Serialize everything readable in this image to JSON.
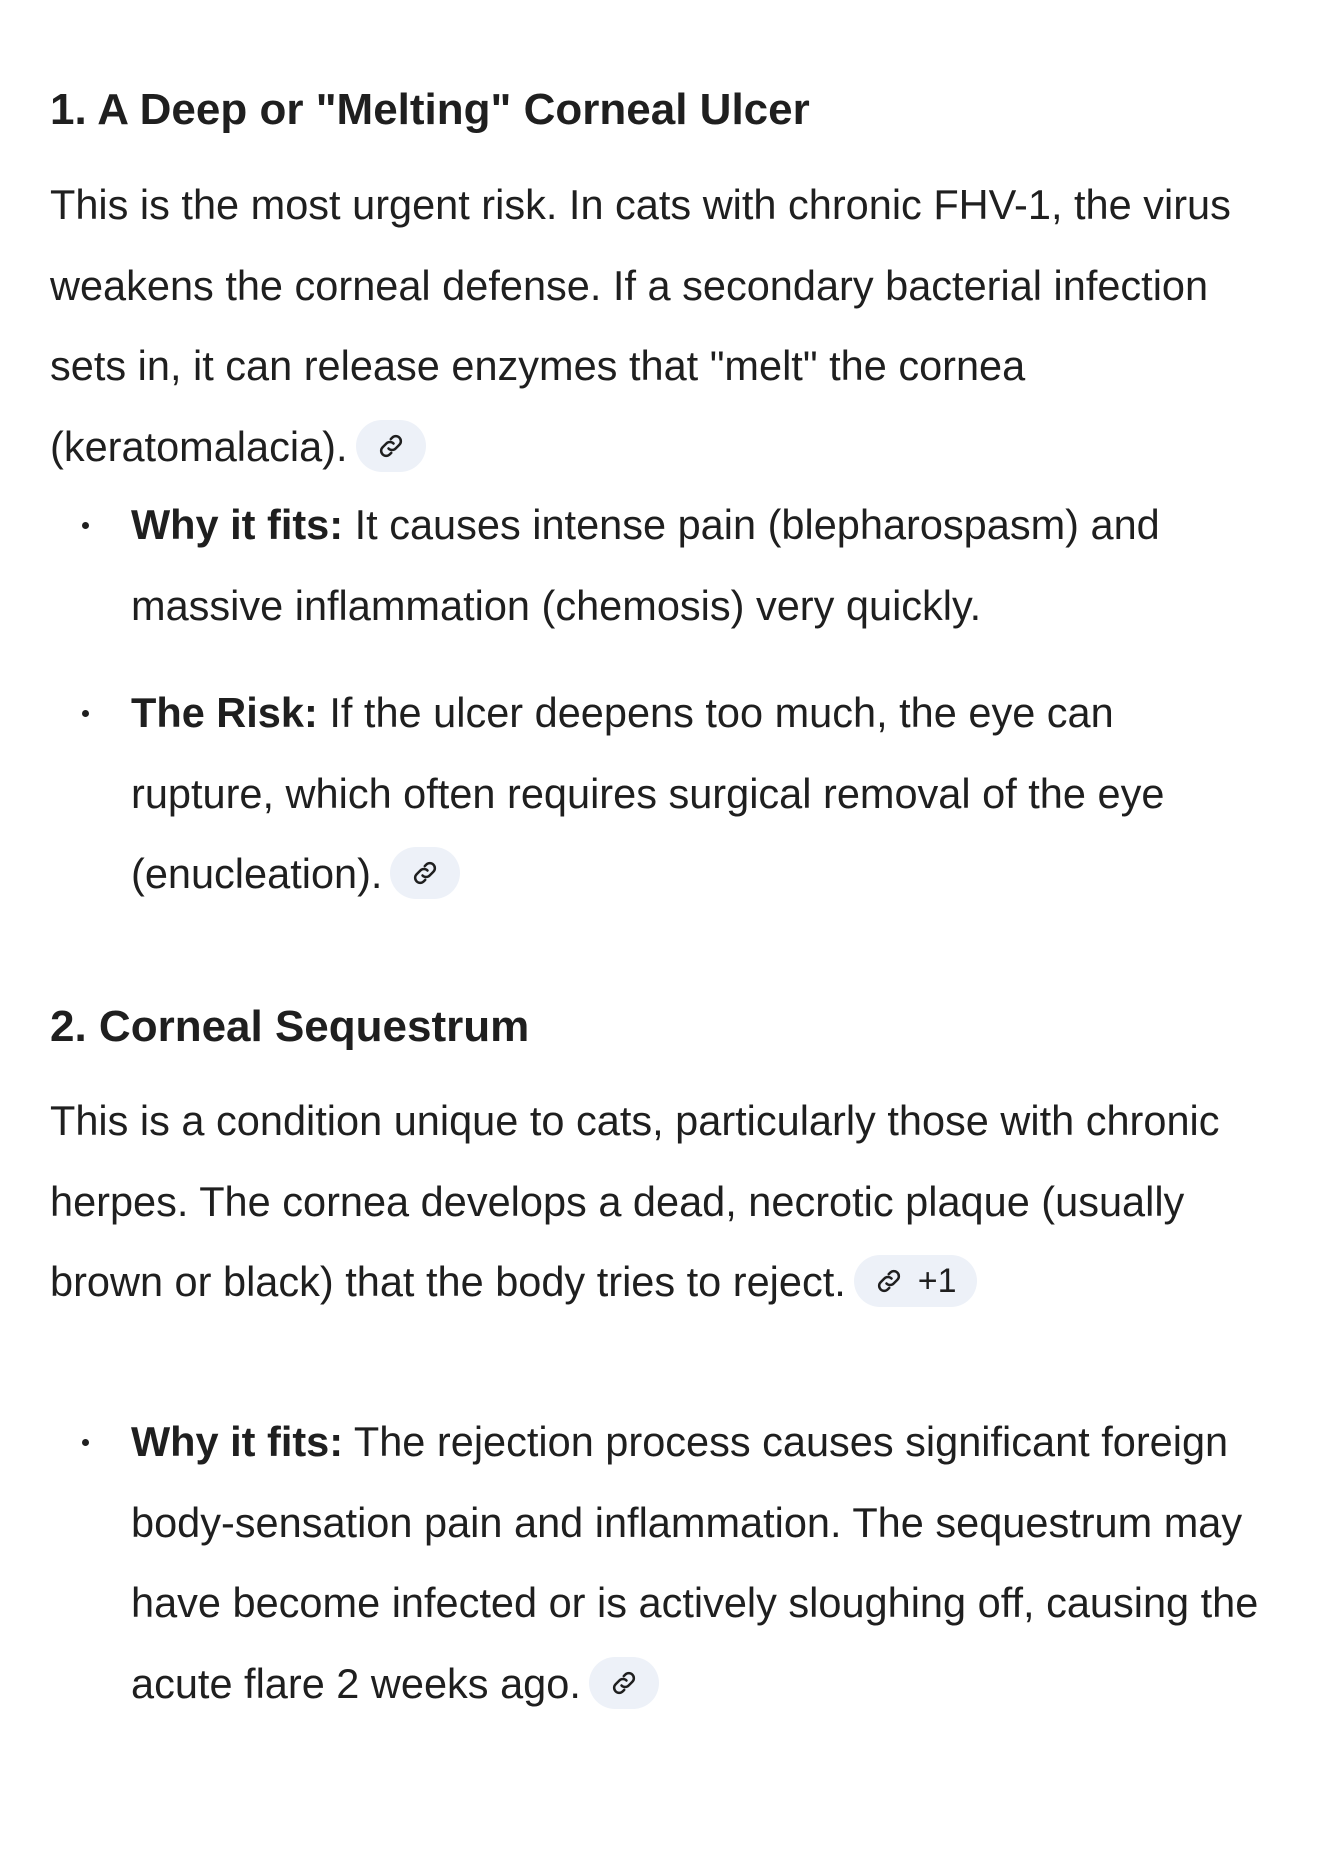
{
  "sections": [
    {
      "heading": "1. A Deep or \"Melting\" Corneal Ulcer",
      "paragraph": "This is the most urgent risk. In cats with chronic FHV-1, the virus weakens the corneal defense. If a secondary bacterial infection sets in, it can release enzymes that \"melt\" the cornea (keratomalacia).",
      "bullets": [
        {
          "label": "Why it fits:",
          "text": " It causes intense pain (blepharospasm) and massive inflammation (chemosis) very quickly."
        },
        {
          "label": "The Risk:",
          "text": " If the ulcer deepens too much, the eye can rupture, which often requires surgical removal of the eye (enucleation)."
        }
      ]
    },
    {
      "heading": "2. Corneal Sequestrum",
      "paragraph": "This is a condition unique to cats, particularly those with chronic herpes. The cornea develops a dead, necrotic plaque (usually brown or black) that the body tries to reject.",
      "paragraph_chip_count": "+1",
      "bullets": [
        {
          "label": "Why it fits:",
          "text": " The rejection process causes significant foreign body-sensation pain and inflammation. The sequestrum may have become infected or is actively sloughing off, causing the acute flare 2 weeks ago."
        }
      ]
    }
  ],
  "icons": {
    "source_chip": "link-icon"
  },
  "colors": {
    "chip_bg": "#edf1f8",
    "text": "#1f1f1f"
  }
}
